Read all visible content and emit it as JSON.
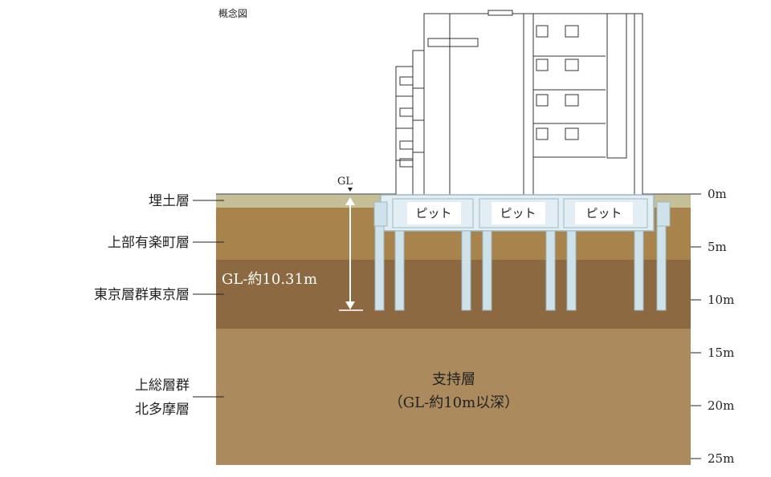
{
  "title": "概念図",
  "gl_marker": "GL",
  "gl_depth_label": "GL-約10.31m",
  "pit_labels": [
    "ピット",
    "ピット",
    "ピット"
  ],
  "support_layer": {
    "name": "支持層",
    "note": "（GL-約10m以深）"
  },
  "layers": [
    {
      "name": "埋土層",
      "color": "#c5bf97"
    },
    {
      "name": "上部有楽町層",
      "color": "#a8834c"
    },
    {
      "name": "東京層群東京層",
      "color": "#8c6940"
    },
    {
      "name": "上総層群",
      "name2": "北多摩層",
      "color": "#ab8a5e"
    }
  ],
  "depth_ticks": [
    "0m",
    "5m",
    "10m",
    "15m",
    "20m",
    "25m"
  ],
  "colors": {
    "pile": "#cfe2ea",
    "foundation": "#e2eef3",
    "building_fill": "#ffffff",
    "line": "#333333"
  }
}
